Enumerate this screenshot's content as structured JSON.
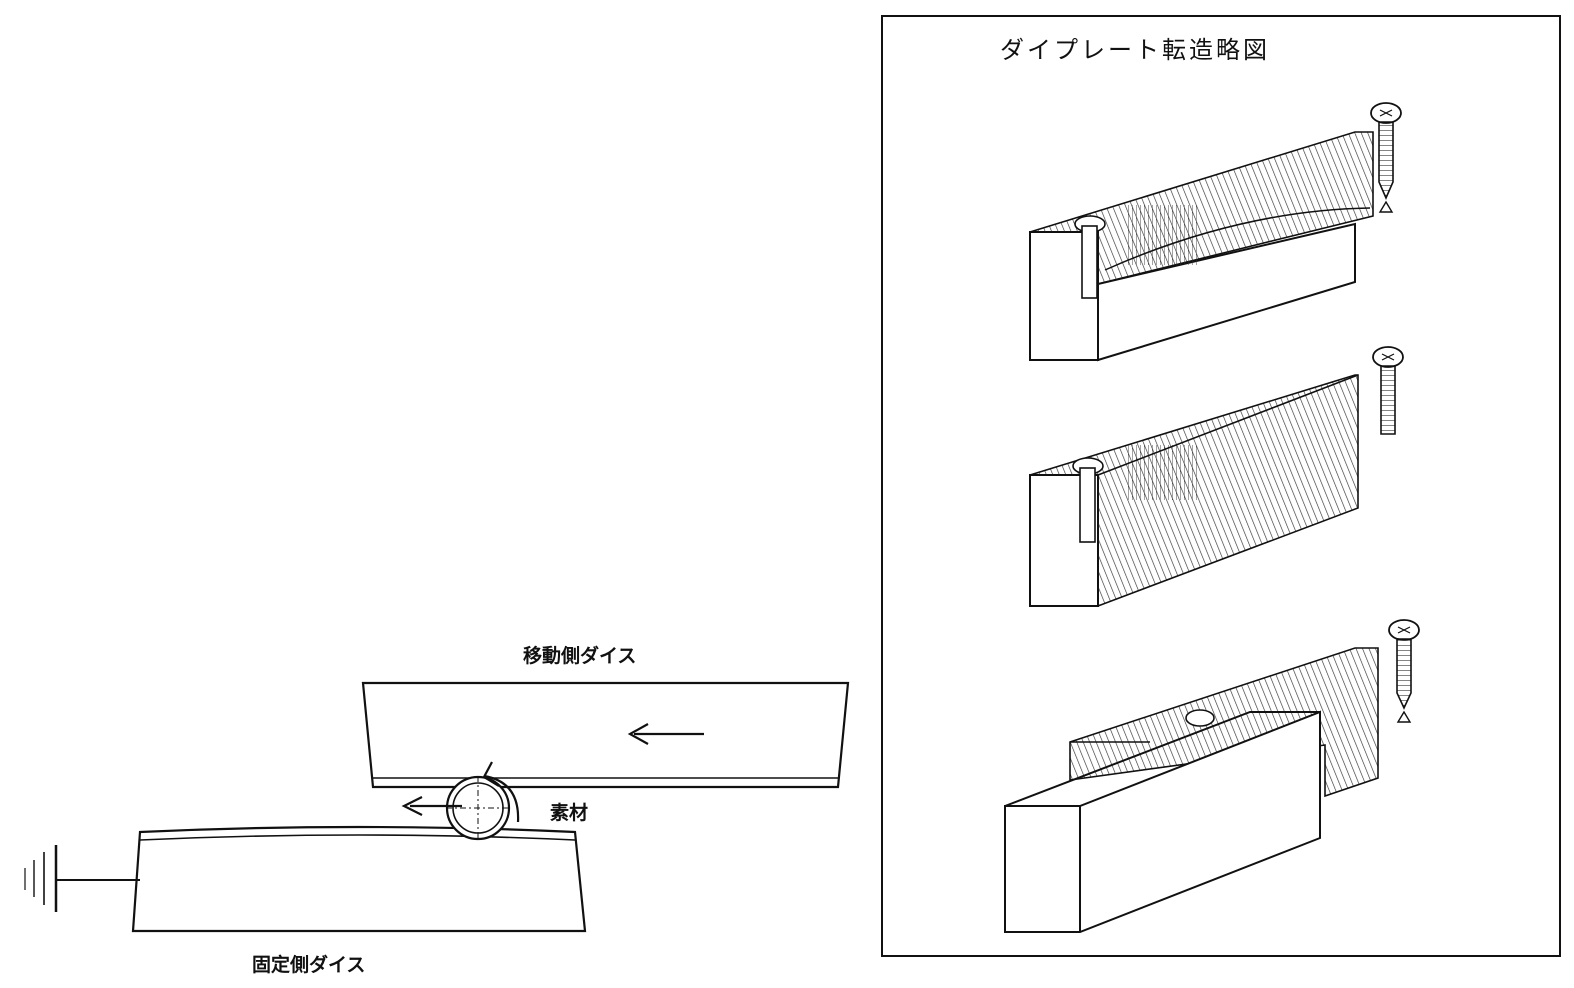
{
  "left_diagram": {
    "moving_die_label": "移動側ダイス",
    "fixed_die_label": "固定側ダイス",
    "blank_label": "素材"
  },
  "right_panel": {
    "title": "ダイプレート転造略図"
  },
  "colors": {
    "ink": "#111111",
    "paper": "#ffffff",
    "hatch": "#333333"
  },
  "icons": {
    "direction_arrow": "arrow-left-icon",
    "rotation_arrow": "rotate-clockwise-icon",
    "ground": "ground-icon",
    "screw": "screw-icon"
  }
}
